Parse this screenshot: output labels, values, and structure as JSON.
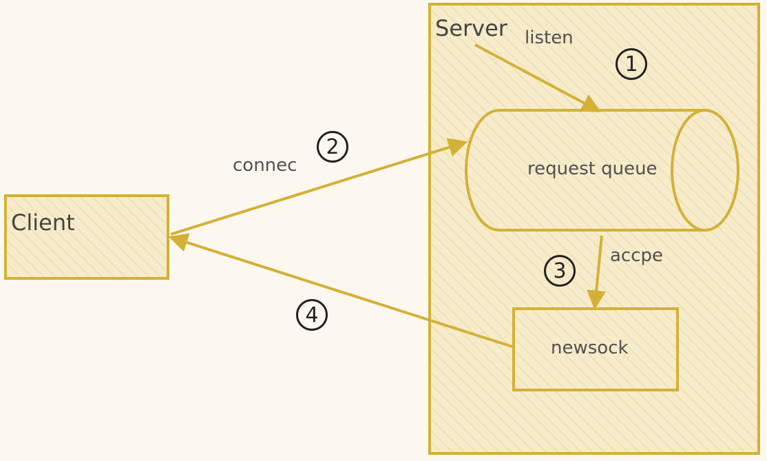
{
  "colors": {
    "background": "#fcf8f0",
    "stroke": "#d4b036",
    "fill": "#f6eccb",
    "hatch": "#eedfae",
    "marker": "#222222"
  },
  "server": {
    "title": "Server"
  },
  "client": {
    "title": "Client"
  },
  "queue": {
    "label": "request queue"
  },
  "newsock": {
    "label": "newsock"
  },
  "edges": {
    "listen": "listen",
    "connect": "connec",
    "accept": "accpe"
  },
  "steps": [
    "1",
    "2",
    "3",
    "4"
  ]
}
